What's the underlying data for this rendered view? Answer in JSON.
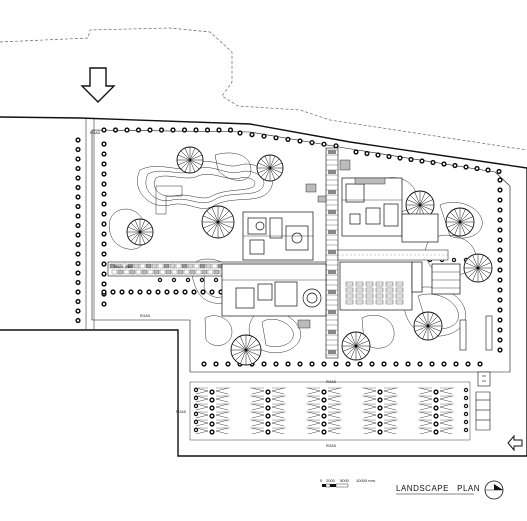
{
  "drawing": {
    "title": "LANDSCAPE   PLAN",
    "scale_bar": {
      "ticks": [
        "0",
        "2000",
        "5000",
        "10000 mm."
      ]
    }
  },
  "road_labels": {
    "road_nw": "ROAD",
    "road_mid_west": "ROAD",
    "road_south": "ROAD",
    "road_parking_west": "ROAD",
    "road_parking_south": "ROAD",
    "walkway": "WALK WAY"
  },
  "colors": {
    "ink": "#111111",
    "paper": "#ffffff",
    "pavement": "#9a9a9a",
    "dashed_boundary": "#666666"
  },
  "icons": {
    "entry_arrow": "down-arrow-icon",
    "exit_arrow": "left-arrow-icon",
    "north_symbol": "north-arrow-icon"
  }
}
